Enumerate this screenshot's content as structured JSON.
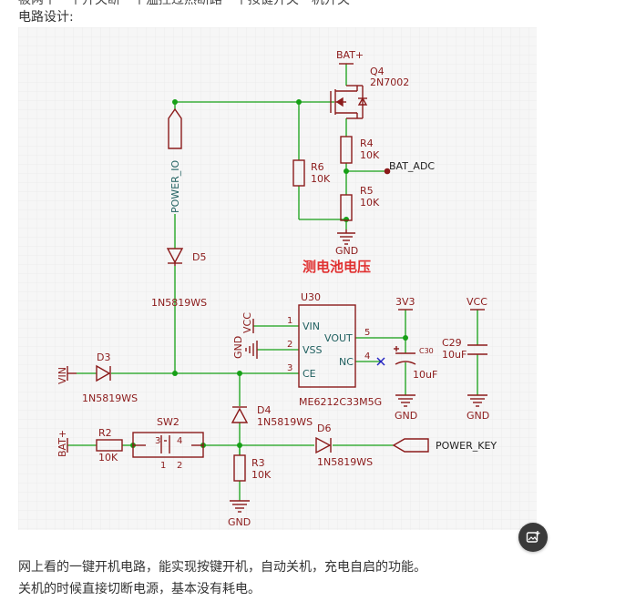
{
  "header": {
    "cut_line": "被两个一个开关断一个温控过热断路一个按键开关一机开关",
    "section_title": "电路设计:"
  },
  "paragraphs": [
    "网上看的一键开机电路，能实现按键开机，自动关机，充电自启的功能。",
    "关机的时候直接切断电源，基本没有耗电。"
  ],
  "schematic": {
    "annotation": "测电池电压",
    "net_labels": {
      "bat_plus_top": "BAT+",
      "bat_adc": "BAT_ADC",
      "power_io": "POWER_IO",
      "vin": "VIN",
      "vcc_u30": "VCC",
      "gnd_u30": "GND",
      "v3v3": "3V3",
      "vcc_c29": "VCC",
      "bat_plus_left": "BAT+",
      "power_key": "POWER_KEY",
      "gnd_r5": "GND",
      "gnd_c30": "GND",
      "gnd_c29": "GND",
      "gnd_r3": "GND"
    },
    "components": {
      "q4": {
        "ref": "Q4",
        "value": "2N7002"
      },
      "r4": {
        "ref": "R4",
        "value": "10K"
      },
      "r5": {
        "ref": "R5",
        "value": "10K"
      },
      "r6": {
        "ref": "R6",
        "value": "10K"
      },
      "d5": {
        "ref": "D5",
        "value": "1N5819WS"
      },
      "d3": {
        "ref": "D3",
        "value": "1N5819WS"
      },
      "d4": {
        "ref": "D4",
        "value": "1N5819WS"
      },
      "d6": {
        "ref": "D6",
        "value": "1N5819WS"
      },
      "u30": {
        "ref": "U30",
        "value": "ME6212C33M5G"
      },
      "c30": {
        "ref": "C30",
        "value": "10uF"
      },
      "c29": {
        "ref": "C29",
        "value": "10uF"
      },
      "r2": {
        "ref": "R2",
        "value": "10K"
      },
      "r3": {
        "ref": "R3",
        "value": "10K"
      },
      "sw2": {
        "ref": "SW2"
      }
    },
    "u30_pins": {
      "vin": "VIN",
      "vss": "VSS",
      "ce": "CE",
      "vout": "VOUT",
      "nc": "NC",
      "n1": "1",
      "n2": "2",
      "n3": "3",
      "n4": "4",
      "n5": "5"
    },
    "sw2_pins": {
      "p1": "1",
      "p2": "2",
      "p3": "3",
      "p4": "4"
    }
  },
  "image_tool_icon": "image-plus-icon"
}
